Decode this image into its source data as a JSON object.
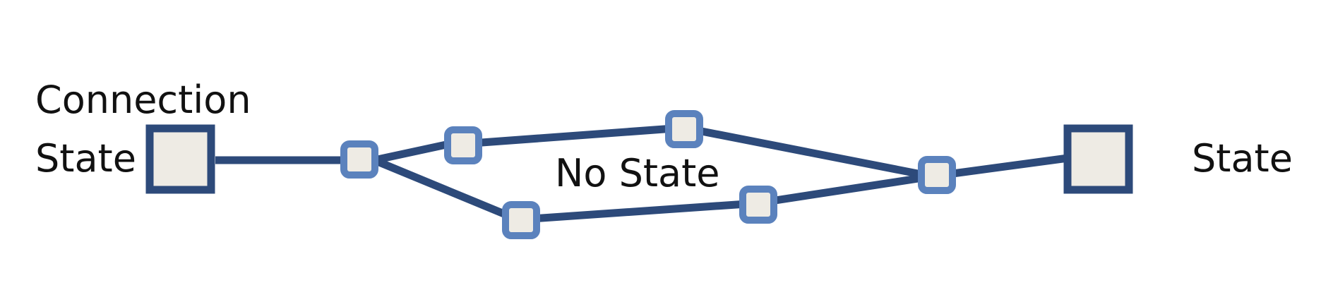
{
  "labels": {
    "connection_state_line1": "Connection",
    "connection_state_line2": "State",
    "no_state": "No State",
    "state": "State"
  },
  "colors": {
    "edge": "#2d4a7a",
    "host_border": "#2d4a7a",
    "router_border": "#5b82bd",
    "node_fill": "#eeebe4",
    "text": "#111111",
    "background": "#ffffff"
  }
}
